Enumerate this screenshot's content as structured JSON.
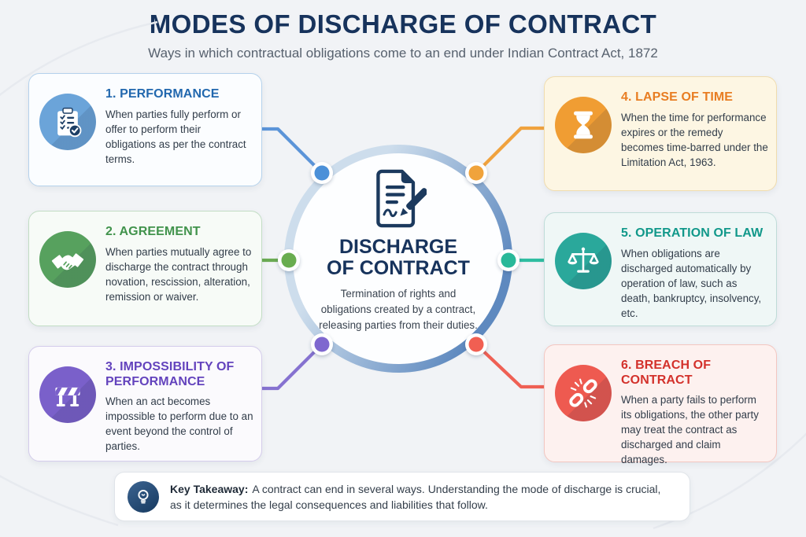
{
  "page": {
    "background_color": "#f1f3f6"
  },
  "header": {
    "title": "MODES OF DISCHARGE OF CONTRACT",
    "title_color": "#17335c",
    "subtitle": "Ways in which contractual obligations come to an end under Indian Contract Act, 1872",
    "subtitle_color": "#57616e"
  },
  "center": {
    "icon": "contract-signing-icon",
    "icon_color": "#1c3a5e",
    "title_line1": "DISCHARGE",
    "title_line2": "OF CONTRACT",
    "description": "Termination of rights and obligations created by a contract, releasing parties from their duties.",
    "ring_gradient": [
      "#cdddec",
      "#5e89bf"
    ]
  },
  "cards": [
    {
      "number": "1",
      "title": "1. PERFORMANCE",
      "description": "When parties fully perform or offer to perform their obligations as per the contract terms.",
      "icon": "clipboard-check-icon",
      "accent_color": "#2268ae",
      "icon_bg_color": "#6ba4d9",
      "card_bg_color": "#fbfdff",
      "border_color": "#b5d2ec",
      "connector_color": "#5b94d8",
      "dot_color": "#4b90d8",
      "side": "left"
    },
    {
      "number": "2",
      "title": "2. AGREEMENT",
      "description": "When parties mutually agree to discharge the contract through novation, rescission, alteration, remission or waiver.",
      "icon": "handshake-icon",
      "accent_color": "#41934c",
      "icon_bg_color": "#57a15e",
      "card_bg_color": "#f7fbf7",
      "border_color": "#c2ddc4",
      "connector_color": "#6aaa52",
      "dot_color": "#69ad4f",
      "side": "left"
    },
    {
      "number": "3",
      "title": "3. IMPOSSIBILITY OF PERFORMANCE",
      "description": "When an act becomes impossible to perform due to an event beyond the control of parties.",
      "icon": "barricade-icon",
      "accent_color": "#6343bd",
      "icon_bg_color": "#7a60ca",
      "card_bg_color": "#fbfafd",
      "border_color": "#d4cceb",
      "connector_color": "#8672d0",
      "dot_color": "#7f68cf",
      "side": "left"
    },
    {
      "number": "4",
      "title": "4. LAPSE OF TIME",
      "description": "When the time for performance expires or the remedy becomes time-barred under the Limitation Act, 1963.",
      "icon": "hourglass-icon",
      "accent_color": "#e87d22",
      "icon_bg_color": "#f09d33",
      "card_bg_color": "#fdf6e3",
      "border_color": "#f0dcae",
      "connector_color": "#f0a23e",
      "dot_color": "#f0a33c",
      "side": "right"
    },
    {
      "number": "5",
      "title": "5. OPERATION OF LAW",
      "description": "When obligations are discharged automatically by operation of law, such as death, bankruptcy, insolvency, etc.",
      "icon": "scales-of-justice-icon",
      "accent_color": "#11988a",
      "icon_bg_color": "#2aa89b",
      "card_bg_color": "#eff7f6",
      "border_color": "#bedcd8",
      "connector_color": "#2fbda1",
      "dot_color": "#29b899",
      "side": "right"
    },
    {
      "number": "6",
      "title": "6. BREACH OF CONTRACT",
      "description": "When a party fails to perform its obligations, the other party may treat the contract as discharged and claim damages.",
      "icon": "broken-chain-icon",
      "accent_color": "#d3312b",
      "icon_bg_color": "#ee5a50",
      "card_bg_color": "#fdf1ef",
      "border_color": "#f3c6c0",
      "connector_color": "#ef6054",
      "dot_color": "#f15f52",
      "side": "right"
    }
  ],
  "takeaway": {
    "icon": "lightbulb-icon",
    "icon_bg_color": "#1d4470",
    "label": "Key Takeaway:",
    "text": "A contract can end in several ways. Understanding the mode of discharge is crucial, as it determines the legal consequences and liabilities that follow."
  }
}
